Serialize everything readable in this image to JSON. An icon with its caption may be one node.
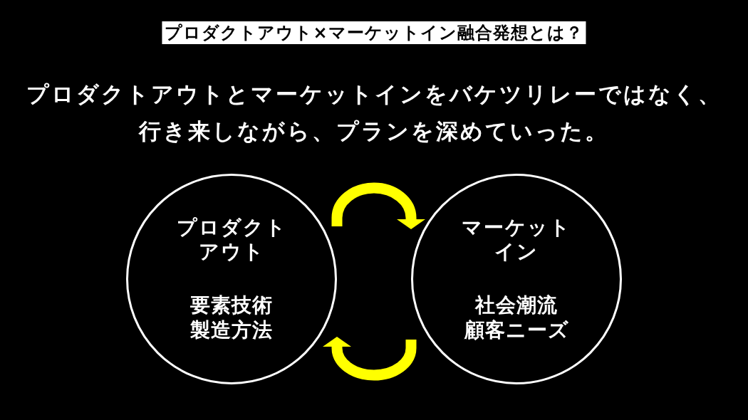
{
  "diagram": {
    "title": "プロダクトアウト×マーケットイン融合発想とは？",
    "nodes": [
      {
        "text": [
          "プロダクトアウト",
          "要素技術",
          "製造方法"
        ]
      },
      {
        "text": [
          "マーケットイン",
          "社会潮流",
          "顧客ニーズ"
        ]
      }
    ],
    "edges": [
      {
        "from": 0,
        "to": 1,
        "arrow": "to"
      },
      {
        "from": 1,
        "to": 0,
        "arrow": "to"
      }
    ],
    "labels": [
      "プロダクトアウトとマーケットインをバケツリレーではなく、行き来しながら、プランを深めていった。"
    ]
  }
}
